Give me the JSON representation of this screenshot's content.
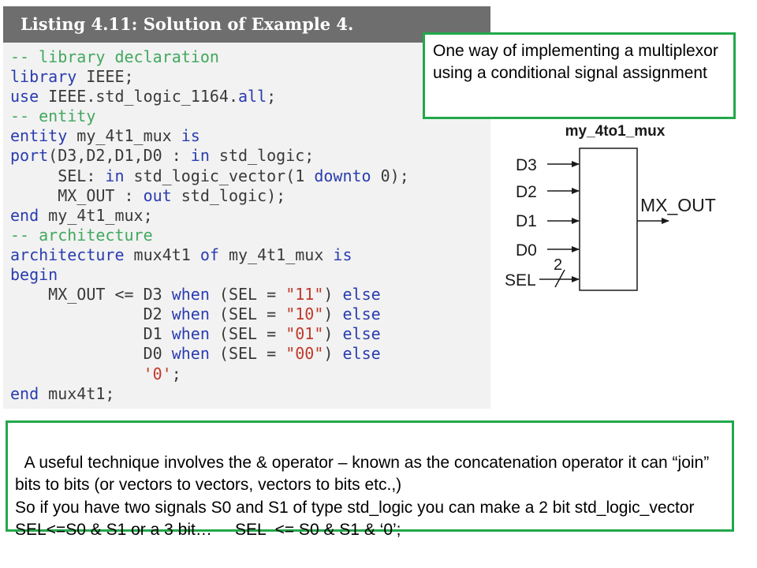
{
  "listing": {
    "title": "Listing 4.11: Solution of Example 4.",
    "code": [
      [
        {
          "t": "-- library declaration",
          "k": "comment"
        }
      ],
      [
        {
          "t": "library ",
          "k": "kw"
        },
        {
          "t": "IEEE;",
          "k": "txt"
        }
      ],
      [
        {
          "t": "use ",
          "k": "kw"
        },
        {
          "t": "IEEE.std_logic_1164.",
          "k": "txt"
        },
        {
          "t": "all",
          "k": "kw"
        },
        {
          "t": ";",
          "k": "txt"
        }
      ],
      [
        {
          "t": "-- entity",
          "k": "comment"
        }
      ],
      [
        {
          "t": "entity ",
          "k": "kw"
        },
        {
          "t": "my_4t1_mux ",
          "k": "txt"
        },
        {
          "t": "is",
          "k": "kw"
        }
      ],
      [
        {
          "t": "port",
          "k": "kw"
        },
        {
          "t": "(D3,D2,D1,D0 : ",
          "k": "txt"
        },
        {
          "t": "in ",
          "k": "kw"
        },
        {
          "t": "std_logic;",
          "k": "txt"
        }
      ],
      [
        {
          "t": "     SEL: ",
          "k": "txt"
        },
        {
          "t": "in ",
          "k": "kw"
        },
        {
          "t": "std_logic_vector(1 ",
          "k": "txt"
        },
        {
          "t": "downto ",
          "k": "kw"
        },
        {
          "t": "0);",
          "k": "txt"
        }
      ],
      [
        {
          "t": "     MX_OUT : ",
          "k": "txt"
        },
        {
          "t": "out ",
          "k": "kw"
        },
        {
          "t": "std_logic);",
          "k": "txt"
        }
      ],
      [
        {
          "t": "end ",
          "k": "kw"
        },
        {
          "t": "my_4t1_mux;",
          "k": "txt"
        }
      ],
      [
        {
          "t": "-- architecture",
          "k": "comment"
        }
      ],
      [
        {
          "t": "architecture ",
          "k": "kw"
        },
        {
          "t": "mux4t1 ",
          "k": "txt"
        },
        {
          "t": "of ",
          "k": "kw"
        },
        {
          "t": "my_4t1_mux ",
          "k": "txt"
        },
        {
          "t": "is",
          "k": "kw"
        }
      ],
      [
        {
          "t": "begin",
          "k": "kw"
        }
      ],
      [
        {
          "t": "    MX_OUT <= D3 ",
          "k": "txt"
        },
        {
          "t": "when ",
          "k": "kw"
        },
        {
          "t": "(SEL = ",
          "k": "txt"
        },
        {
          "t": "\"11\"",
          "k": "str"
        },
        {
          "t": ") ",
          "k": "txt"
        },
        {
          "t": "else",
          "k": "kw"
        }
      ],
      [
        {
          "t": "              D2 ",
          "k": "txt"
        },
        {
          "t": "when ",
          "k": "kw"
        },
        {
          "t": "(SEL = ",
          "k": "txt"
        },
        {
          "t": "\"10\"",
          "k": "str"
        },
        {
          "t": ") ",
          "k": "txt"
        },
        {
          "t": "else",
          "k": "kw"
        }
      ],
      [
        {
          "t": "              D1 ",
          "k": "txt"
        },
        {
          "t": "when ",
          "k": "kw"
        },
        {
          "t": "(SEL = ",
          "k": "txt"
        },
        {
          "t": "\"01\"",
          "k": "str"
        },
        {
          "t": ") ",
          "k": "txt"
        },
        {
          "t": "else",
          "k": "kw"
        }
      ],
      [
        {
          "t": "              D0 ",
          "k": "txt"
        },
        {
          "t": "when ",
          "k": "kw"
        },
        {
          "t": "(SEL = ",
          "k": "txt"
        },
        {
          "t": "\"00\"",
          "k": "str"
        },
        {
          "t": ") ",
          "k": "txt"
        },
        {
          "t": "else",
          "k": "kw"
        }
      ],
      [
        {
          "t": "              ",
          "k": "txt"
        },
        {
          "t": "'0'",
          "k": "str"
        },
        {
          "t": ";",
          "k": "txt"
        }
      ],
      [
        {
          "t": "end ",
          "k": "kw"
        },
        {
          "t": "mux4t1;",
          "k": "txt"
        }
      ]
    ]
  },
  "callout_top": {
    "text": "One way of implementing a multiplexor using  a conditional signal assignment"
  },
  "diagram": {
    "title": "my_4to1_mux",
    "inputs": [
      "D3",
      "D2",
      "D1",
      "D0"
    ],
    "select_label": "SEL",
    "select_width": "2",
    "output": "MX_OUT"
  },
  "callout_bottom": {
    "text": "A useful technique involves the & operator – known as the concatenation operator it can “join” bits to bits (or vectors to vectors, vectors to bits etc.,)\nSo if you have two signals S0 and S1 of type std_logic you can make a 2 bit std_logic_vector SEL<=S0 & S1 or a 3 bit…     SEL  <= S0 & S1 & ‘0’;"
  },
  "colors": {
    "comment": "#41a85f",
    "keyword": "#2a3caf",
    "string": "#c0392b",
    "text": "#3a3a3a",
    "callout_border": "#22a84a",
    "header_bg": "#6e6e6e",
    "listing_bg": "#f2f2f2"
  }
}
